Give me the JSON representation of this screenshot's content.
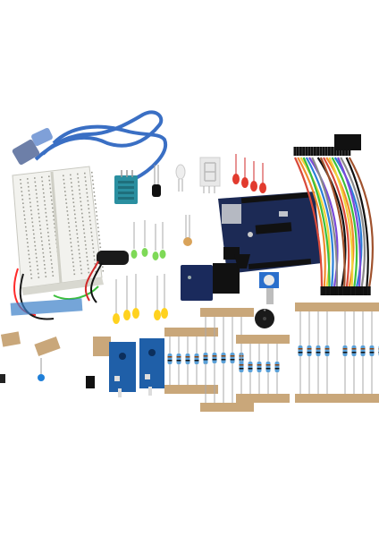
{
  "scene": {
    "type": "photo",
    "background": "#ffffff",
    "components": [
      {
        "name": "usb-cable",
        "color": "#3a6fc4"
      },
      {
        "name": "breadboard",
        "color": "#f2f2ee"
      },
      {
        "name": "battery-clip",
        "color": "#1a1a1a"
      },
      {
        "name": "dht11-sensor",
        "color": "#2a8fa0"
      },
      {
        "name": "ir-receiver",
        "color": "#111111"
      },
      {
        "name": "seven-segment-display",
        "color": "#e8e8e8"
      },
      {
        "name": "red-leds",
        "color": "#e23b2e"
      },
      {
        "name": "green-leds",
        "color": "#7ed957"
      },
      {
        "name": "yellow-leds",
        "color": "#ffd21f"
      },
      {
        "name": "arduino-uno-board",
        "color": "#1c2a55"
      },
      {
        "name": "jumper-wires",
        "color": "#d94a3a"
      },
      {
        "name": "relay-module",
        "color": "#1a2a5c"
      },
      {
        "name": "potentiometer",
        "color": "#2a6fcc"
      },
      {
        "name": "buzzer",
        "color": "#1a1a1a"
      },
      {
        "name": "sensor-modules",
        "color": "#1f5fa8"
      },
      {
        "name": "resistor-strips",
        "color": "#c9a77a"
      }
    ]
  }
}
